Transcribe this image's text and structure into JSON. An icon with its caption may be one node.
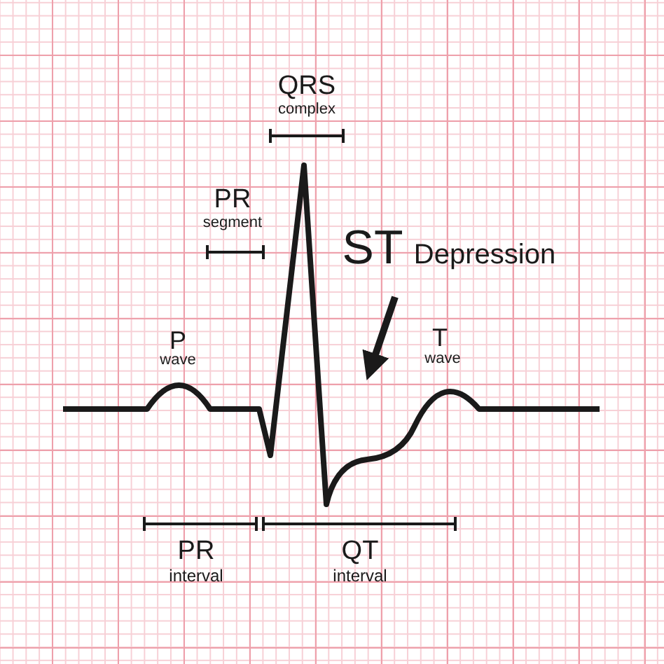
{
  "diagram": {
    "labels": [
      "QRS",
      "complex",
      "PR",
      "segment",
      "ST",
      "Depression",
      "P",
      "wave",
      "T",
      "wave",
      "PR",
      "interval",
      "QT",
      "interval"
    ]
  }
}
